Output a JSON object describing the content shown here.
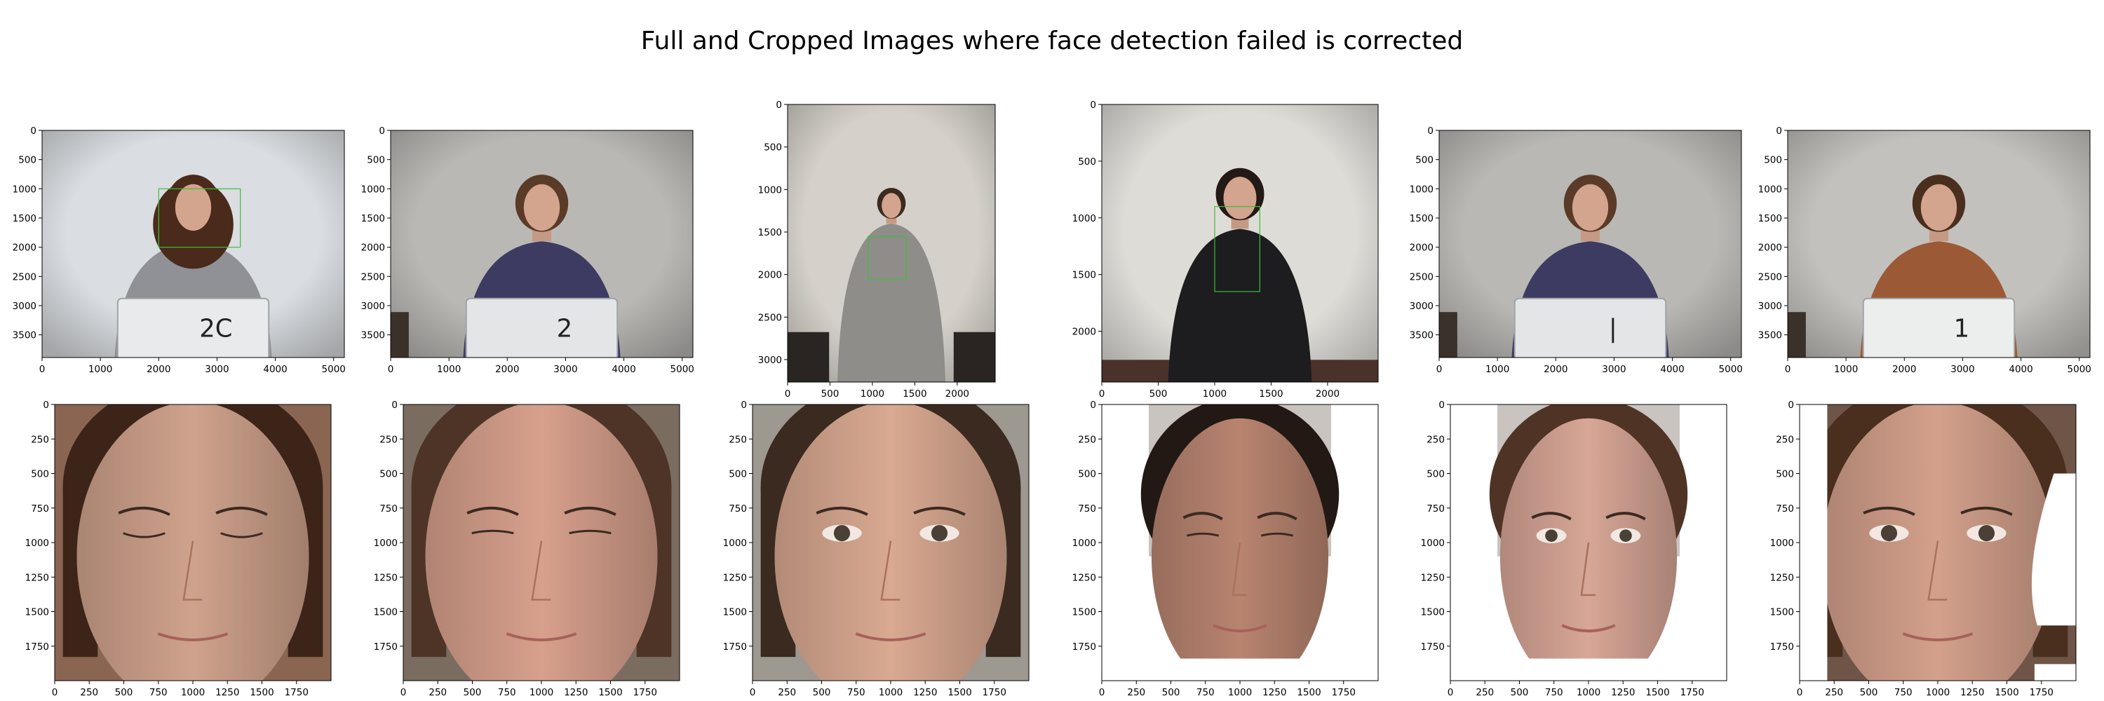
{
  "figure_title": "Full and Cropped Images where face detection failed is corrected",
  "chart_data": [
    {
      "type": "image",
      "row": "full",
      "panel": 1,
      "xlim": [
        0,
        5184
      ],
      "ylim": [
        3888,
        0
      ],
      "xticks": [
        0,
        1000,
        2000,
        3000,
        4000,
        5000
      ],
      "yticks": [
        0,
        500,
        1000,
        1500,
        2000,
        2500,
        3000,
        3500
      ],
      "board_text": "2C",
      "background": "#dadde1",
      "shirt": "#8f9196",
      "hair": "#4a2a1a",
      "board": "#e8eaec",
      "face_box": {
        "x": [
          2000,
          3400
        ],
        "y": [
          1000,
          2000
        ]
      }
    },
    {
      "type": "image",
      "row": "full",
      "panel": 2,
      "xlim": [
        0,
        5184
      ],
      "ylim": [
        3888,
        0
      ],
      "xticks": [
        0,
        1000,
        2000,
        3000,
        4000,
        5000
      ],
      "yticks": [
        0,
        500,
        1000,
        1500,
        2000,
        2500,
        3000,
        3500
      ],
      "board_text": "2",
      "background": "#b9b8b5",
      "shirt": "#3e3b62",
      "hair": "#5a3b28",
      "board": "#e4e5e6"
    },
    {
      "type": "image",
      "row": "full",
      "panel": 3,
      "xlim": [
        0,
        2448
      ],
      "ylim": [
        3264,
        0
      ],
      "xticks": [
        0,
        500,
        1000,
        1500,
        2000
      ],
      "yticks": [
        0,
        500,
        1000,
        1500,
        2000,
        2500,
        3000
      ],
      "board_text": "",
      "background": "#d5d1ca",
      "shirt": "#8e8d89",
      "hair": "#3b2a1f",
      "face_box": {
        "x": [
          950,
          1400
        ],
        "y": [
          1550,
          2050
        ]
      }
    },
    {
      "type": "image",
      "row": "full",
      "panel": 4,
      "xlim": [
        0,
        2448
      ],
      "ylim": [
        2448,
        0
      ],
      "xticks": [
        0,
        500,
        1000,
        1500,
        2000
      ],
      "yticks": [
        0,
        500,
        1000,
        1500,
        2000
      ],
      "board_text": "",
      "background": "#dedcd7",
      "shirt": "#1d1d1f",
      "hair": "#231a16",
      "face_box": {
        "x": [
          1000,
          1400
        ],
        "y": [
          900,
          1650
        ]
      }
    },
    {
      "type": "image",
      "row": "full",
      "panel": 5,
      "xlim": [
        0,
        5184
      ],
      "ylim": [
        3888,
        0
      ],
      "xticks": [
        0,
        1000,
        2000,
        3000,
        4000,
        5000
      ],
      "yticks": [
        0,
        500,
        1000,
        1500,
        2000,
        2500,
        3000,
        3500
      ],
      "board_text": "|",
      "background": "#b9b8b5",
      "shirt": "#3e3b62",
      "hair": "#5a3b28",
      "board": "#e4e5e6"
    },
    {
      "type": "image",
      "row": "full",
      "panel": 6,
      "xlim": [
        0,
        5184
      ],
      "ylim": [
        3888,
        0
      ],
      "xticks": [
        0,
        1000,
        2000,
        3000,
        4000,
        5000
      ],
      "yticks": [
        0,
        500,
        1000,
        1500,
        2000,
        2500,
        3000,
        3500
      ],
      "board_text": "1",
      "background": "#c3c1bd",
      "shirt": "#9b5a35",
      "hair": "#4a2f1f",
      "board": "#eceded"
    },
    {
      "type": "image",
      "row": "cropped",
      "panel": 1,
      "xlim": [
        0,
        2000
      ],
      "ylim": [
        2000,
        0
      ],
      "xticks": [
        0,
        250,
        500,
        750,
        1000,
        1250,
        1500,
        1750
      ],
      "yticks": [
        0,
        250,
        500,
        750,
        1000,
        1250,
        1500,
        1750
      ],
      "background": "#8a6552",
      "skin": "#cfa28c",
      "hair": "#3d2419",
      "eyes": "closed",
      "mask": "none"
    },
    {
      "type": "image",
      "row": "cropped",
      "panel": 2,
      "xlim": [
        0,
        2000
      ],
      "ylim": [
        2000,
        0
      ],
      "xticks": [
        0,
        250,
        500,
        750,
        1000,
        1250,
        1500,
        1750
      ],
      "yticks": [
        0,
        250,
        500,
        750,
        1000,
        1250,
        1500,
        1750
      ],
      "background": "#7b6c60",
      "skin": "#d7a08c",
      "hair": "#4d3426",
      "eyes": "squint",
      "mask": "none"
    },
    {
      "type": "image",
      "row": "cropped",
      "panel": 3,
      "xlim": [
        0,
        2000
      ],
      "ylim": [
        2000,
        0
      ],
      "xticks": [
        0,
        250,
        500,
        750,
        1000,
        1250,
        1500,
        1750
      ],
      "yticks": [
        0,
        250,
        500,
        750,
        1000,
        1250,
        1500,
        1750
      ],
      "background": "#9d9890",
      "skin": "#d9a991",
      "hair": "#3b2a1f",
      "eyes": "open",
      "mask": "none"
    },
    {
      "type": "image",
      "row": "cropped",
      "panel": 4,
      "xlim": [
        0,
        2000
      ],
      "ylim": [
        2000,
        0
      ],
      "xticks": [
        0,
        250,
        500,
        750,
        1000,
        1250,
        1500,
        1750
      ],
      "yticks": [
        0,
        250,
        500,
        750,
        1000,
        1250,
        1500,
        1750
      ],
      "background": "#ffffff",
      "skin": "#b88470",
      "hair": "#221814",
      "eyes": "squint",
      "mask": "oval"
    },
    {
      "type": "image",
      "row": "cropped",
      "panel": 5,
      "xlim": [
        0,
        2000
      ],
      "ylim": [
        2000,
        0
      ],
      "xticks": [
        0,
        250,
        500,
        750,
        1000,
        1250,
        1500,
        1750
      ],
      "yticks": [
        0,
        250,
        500,
        750,
        1000,
        1250,
        1500,
        1750
      ],
      "background": "#ffffff",
      "skin": "#d7a696",
      "hair": "#4f3426",
      "eyes": "open",
      "mask": "oval"
    },
    {
      "type": "image",
      "row": "cropped",
      "panel": 6,
      "xlim": [
        0,
        2000
      ],
      "ylim": [
        2000,
        0
      ],
      "xticks": [
        0,
        250,
        500,
        750,
        1000,
        1250,
        1500,
        1750
      ],
      "yticks": [
        0,
        250,
        500,
        750,
        1000,
        1250,
        1500,
        1750
      ],
      "background": "#6e5547",
      "skin": "#d3a08b",
      "hair": "#4a2f1f",
      "eyes": "open",
      "mask": "partial"
    }
  ]
}
